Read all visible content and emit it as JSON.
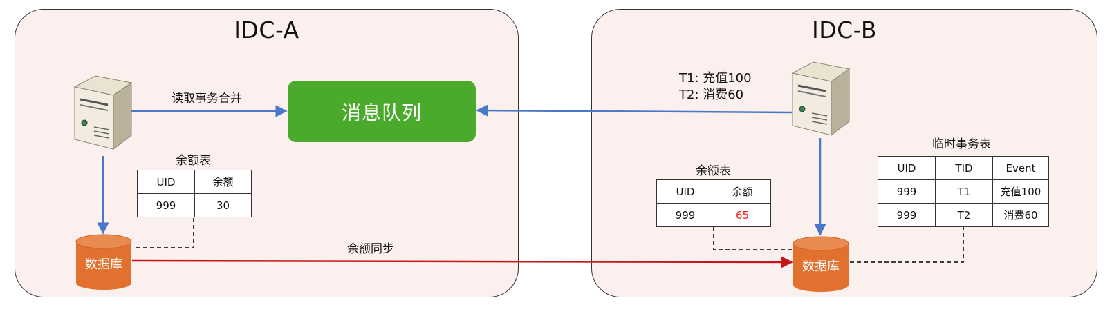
{
  "idc_a": {
    "title": "IDC-A",
    "edge_label": "读取事务合并",
    "balance_table": {
      "caption": "余额表",
      "headers": [
        "UID",
        "余额"
      ],
      "rows": [
        [
          "999",
          "30"
        ]
      ]
    },
    "database_label": "数据库"
  },
  "idc_b": {
    "title": "IDC-B",
    "transactions": [
      "T1: 充值100",
      "T2: 消费60"
    ],
    "balance_table": {
      "caption": "余额表",
      "headers": [
        "UID",
        "余额"
      ],
      "rows": [
        [
          "999",
          "65"
        ]
      ]
    },
    "temp_table": {
      "caption": "临时事务表",
      "headers": [
        "UID",
        "TID",
        "Event"
      ],
      "rows": [
        [
          "999",
          "T1",
          "充值100"
        ],
        [
          "999",
          "T2",
          "消费60"
        ]
      ]
    },
    "database_label": "数据库"
  },
  "message_queue": {
    "label": "消息队列"
  },
  "sync_label": "余额同步",
  "colors": {
    "queue": "#4aaa2b",
    "database": "#e2702e",
    "sync_arrow": "#c8151b",
    "blue_arrow": "#4a78c8",
    "highlight_value": "#e8262a"
  }
}
